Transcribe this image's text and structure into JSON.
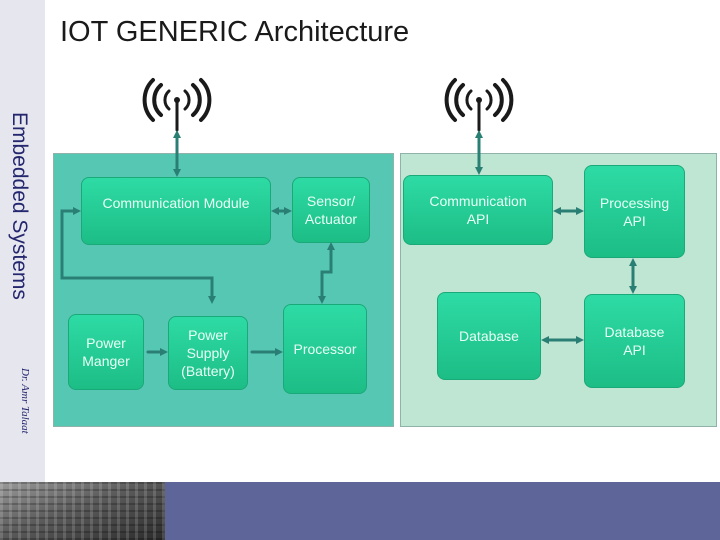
{
  "slide": {
    "title": "IOT GENERIC Architecture",
    "side_title": "Embedded Systems",
    "side_author": "Dr. Amr Talaat"
  },
  "diagram": {
    "nodes": {
      "communication_module": "Communication Module",
      "sensor_actuator": "Sensor/\nActuator",
      "power_manger": "Power\nManger",
      "power_supply": "Power\nSupply\n(Battery)",
      "processor": "Processor",
      "communication_api": "Communication\nAPI",
      "processing_api": "Processing\nAPI",
      "database": "Database",
      "database_api": "Database\nAPI"
    },
    "icons": [
      "antenna-icon",
      "antenna-icon"
    ],
    "colors": {
      "left_panel": "#55c7b3",
      "right_panel": "#bfe6d3",
      "node": "#22cc95",
      "footer_bar": "#5e6598",
      "side_text": "#24276e"
    }
  }
}
